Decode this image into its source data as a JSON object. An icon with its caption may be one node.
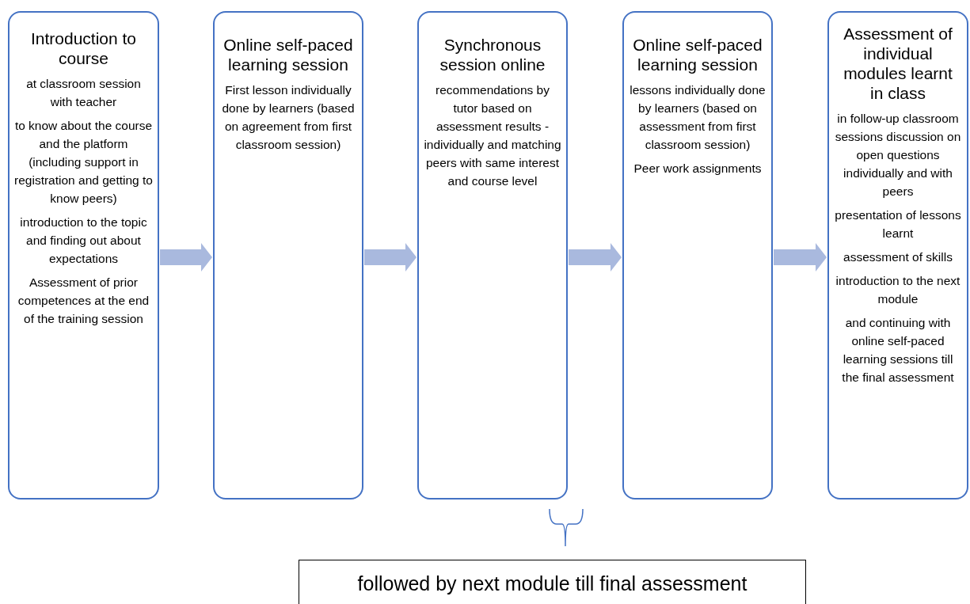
{
  "diagram": {
    "nodes": [
      {
        "text": [
          "Introduction to course",
          "at classroom session with teacher",
          "to know about the course and the platform (including support in registration and getting to know peers)",
          "introduction to the topic and finding out about expectations",
          "Assessment of prior competences at the end of the training session"
        ]
      },
      {
        "text": [
          "Online self-paced learning session",
          "First lesson individually done by learners (based on agreement from first classroom session)"
        ]
      },
      {
        "text": [
          "Synchronous session online",
          "recommendations by tutor based on assessment results - individually and matching peers with same interest and course level"
        ]
      },
      {
        "text": [
          "Online self-paced learning session",
          "lessons individually done by learners (based on assessment from first classroom session)",
          "Peer work assignments"
        ]
      },
      {
        "text": [
          "Assessment of individual modules learnt in class",
          "in follow-up classroom sessions discussion on open questions individually and with peers",
          "presentation of lessons learnt",
          "assessment of skills",
          "introduction to the next module",
          "and continuing with online self-paced learning sessions till the final assessment"
        ]
      },
      {
        "text": [
          "followed by next module till final assessment"
        ]
      }
    ],
    "edges": [
      {
        "from": 0,
        "to": 1,
        "arrow": "to"
      },
      {
        "from": 1,
        "to": 2,
        "arrow": "to"
      },
      {
        "from": 2,
        "to": 3,
        "arrow": "to"
      },
      {
        "from": 3,
        "to": 4,
        "arrow": "to"
      }
    ]
  }
}
